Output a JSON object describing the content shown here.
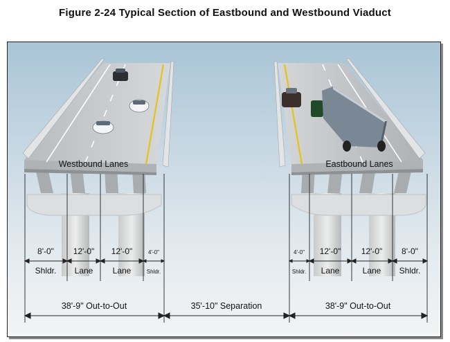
{
  "title": "Figure 2-24  Typical Section of Eastbound and Westbound Viaduct",
  "westbound": {
    "deck_label": "Westbound Lanes",
    "segments": [
      {
        "width": "8'-0\"",
        "name": "Shldr."
      },
      {
        "width": "12'-0\"",
        "name": "Lane"
      },
      {
        "width": "12'-0\"",
        "name": "Lane"
      },
      {
        "width": "4'-0\"",
        "name": "Shldr."
      }
    ],
    "total": "38'-9\" Out-to-Out"
  },
  "separation": "35'-10\" Separation",
  "eastbound": {
    "deck_label": "Eastbound Lanes",
    "segments": [
      {
        "width": "4'-0\"",
        "name": "Shldr."
      },
      {
        "width": "12'-0\"",
        "name": "Lane"
      },
      {
        "width": "12'-0\"",
        "name": "Lane"
      },
      {
        "width": "8'-0\"",
        "name": "Shldr."
      }
    ],
    "total": "38'-9\" Out-to-Out"
  },
  "colors": {
    "sky_top": "#a9c4d6",
    "sky_bottom": "#e8eef2",
    "deck": "#c9cbcd",
    "concrete": "#d8dadb",
    "stripe_yellow": "#e6c21a"
  }
}
